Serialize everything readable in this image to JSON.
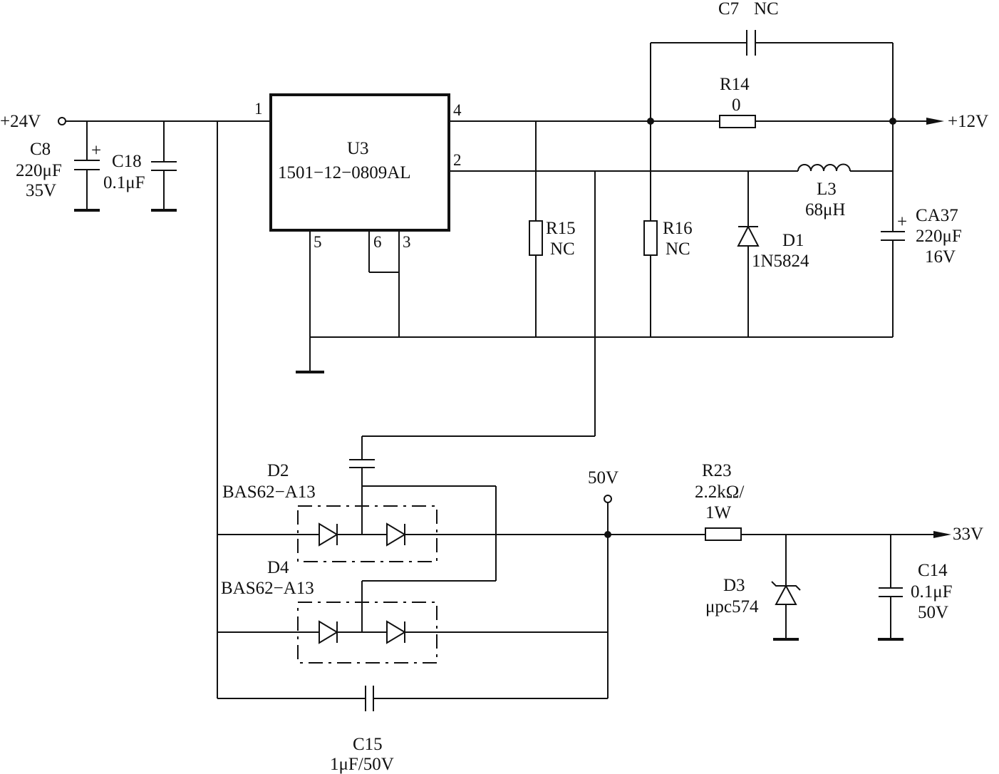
{
  "nodes": {
    "in24": "+24V",
    "out12": "+12V",
    "tp50": "50V",
    "out33": "33V"
  },
  "u3": {
    "name": "U3",
    "part": "1501−12−0809AL",
    "pins": {
      "p1": "1",
      "p2": "2",
      "p3": "3",
      "p4": "4",
      "p5": "5",
      "p6": "6"
    }
  },
  "c8": {
    "name": "C8",
    "value": "220μF",
    "rating": "35V",
    "polarity": "+"
  },
  "c18": {
    "name": "C18",
    "value": "0.1μF"
  },
  "c7": {
    "name": "C7",
    "value": "NC"
  },
  "r14": {
    "name": "R14",
    "value": "0"
  },
  "r15": {
    "name": "R15",
    "value": "NC"
  },
  "r16": {
    "name": "R16",
    "value": "NC"
  },
  "d1": {
    "name": "D1",
    "value": "1N5824"
  },
  "l3": {
    "name": "L3",
    "value": "68μH"
  },
  "ca37": {
    "name": "CA37",
    "value": "220μF",
    "rating": "16V",
    "polarity": "+"
  },
  "d2": {
    "name": "D2",
    "value": "BAS62−A13"
  },
  "d4": {
    "name": "D4",
    "value": "BAS62−A13"
  },
  "r23": {
    "name": "R23",
    "value": "2.2kΩ/",
    "rating": "1W"
  },
  "d3": {
    "name": "D3",
    "value": "μpc574"
  },
  "c14": {
    "name": "C14",
    "value": "0.1μF",
    "rating": "50V"
  },
  "c15": {
    "name": "C15",
    "value": "1μF/50V"
  }
}
